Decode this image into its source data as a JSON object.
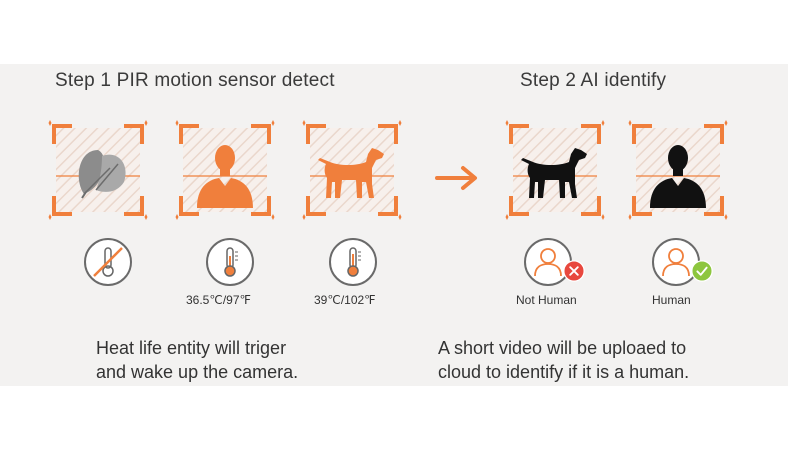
{
  "step1": {
    "title": "Step 1  PIR motion sensor detect",
    "temp_human": "36.5℃/97℉",
    "temp_dog": "39℃/102℉",
    "caption_line1": "Heat life entity will triger",
    "caption_line2": "and wake up the camera."
  },
  "step2": {
    "title": "Step 2 AI identify",
    "label_not_human": "Not Human",
    "label_human": "Human",
    "caption_line1": "A short video will be uploaed to",
    "caption_line2": "cloud to identify  if it is a human."
  },
  "colors": {
    "accent": "#f07f3c",
    "panel_bg": "#f3f2f1",
    "reject": "#e8483e",
    "accept": "#8dc63f"
  }
}
